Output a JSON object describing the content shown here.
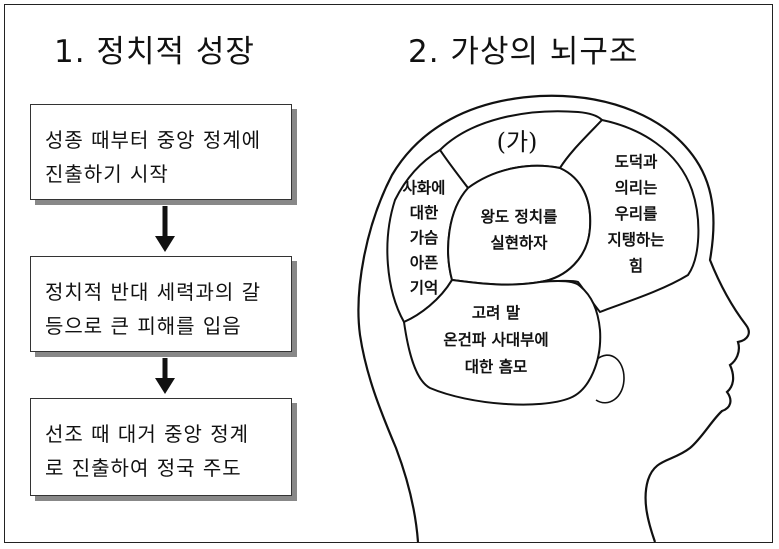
{
  "left_panel": {
    "title": "1. 정치적 성장",
    "steps": [
      {
        "lines": [
          "성종 때부터 중앙 정계에",
          "진출하기 시작"
        ]
      },
      {
        "lines": [
          "정치적 반대 세력과의 갈",
          "등으로 큰 피해를 입음"
        ]
      },
      {
        "lines": [
          "선조 때 대거 중앙 정계",
          "로 진출하여 정국 주도"
        ]
      }
    ]
  },
  "right_panel": {
    "title": "2. 가상의 뇌구조",
    "regions": {
      "top": {
        "lines": [
          "(가)"
        ]
      },
      "left": {
        "lines": [
          "사화에",
          "대한",
          "가슴",
          "아픈",
          "기억"
        ]
      },
      "center": {
        "lines": [
          "왕도 정치를",
          "실현하자"
        ]
      },
      "right": {
        "lines": [
          "도덕과",
          "의리는",
          "우리를",
          "지탱하는",
          "힘"
        ]
      },
      "bottom": {
        "lines": [
          "고려 말",
          "온건파 사대부에",
          "대한 흠모"
        ]
      }
    }
  }
}
